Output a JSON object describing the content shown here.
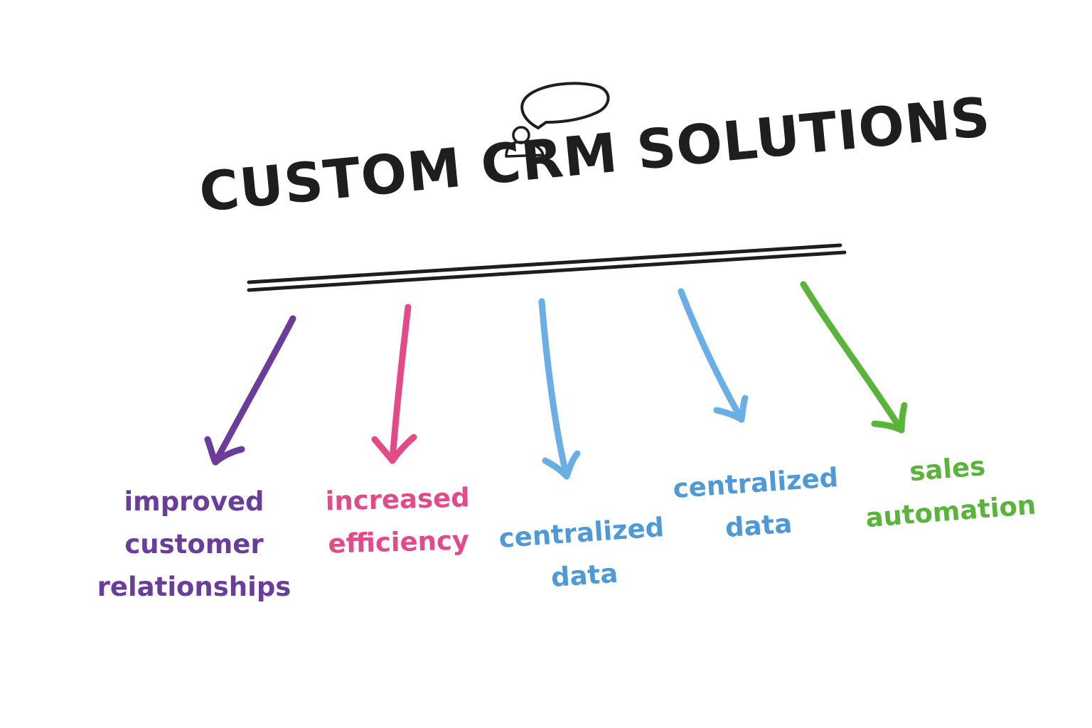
{
  "diagram": {
    "title": "CUSTOM CRM SOLUTIONS",
    "header_icon": "person-with-speech-bubble-icon",
    "colors": {
      "title": "#1e1e1e",
      "underline": "#1e1e1e",
      "purple": "#6a3d9a",
      "pink": "#e24a8a",
      "blue": "#4f9ad6",
      "green": "#5ab43c"
    },
    "branches": [
      {
        "lines": [
          "improved",
          "customer",
          "relationships"
        ],
        "color": "#6a3d9a"
      },
      {
        "lines": [
          "increased",
          "efficiency"
        ],
        "color": "#e24a8a"
      },
      {
        "lines": [
          "centralized",
          "data"
        ],
        "color": "#4f9ad6"
      },
      {
        "lines": [
          "centralized",
          "data"
        ],
        "color": "#4f9ad6"
      },
      {
        "lines": [
          "sales",
          "automation"
        ],
        "color": "#5ab43c"
      }
    ]
  }
}
